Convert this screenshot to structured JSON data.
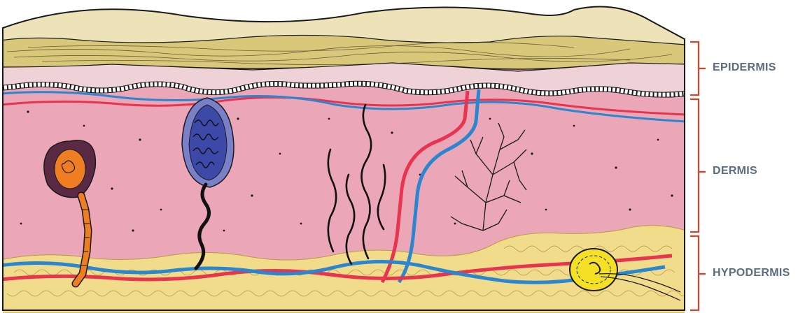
{
  "labels": {
    "epidermis": "EPIDERMIS",
    "dermis": "DERMIS",
    "hypodermis": "HYPODERMIS"
  },
  "colors": {
    "label_text": "#5b6b80",
    "bracket": "#d2452a",
    "stratum_corneum": "#d9c879",
    "epidermis_inner": "#efd2d8",
    "dermis": "#eba6b8",
    "fat": "#f1dc8c",
    "artery": "#e8344f",
    "vein": "#2a86cf",
    "pacinian_corpuscle": "#3d49a8",
    "hair_follicle": "#ef7d22",
    "meissner": "#f4e025",
    "outline": "#1a1a1a"
  },
  "icons": {
    "hair_follicle": "hair-follicle-icon",
    "pacinian_corpuscle": "pacinian-corpuscle-icon",
    "meissner_corpuscle": "sensory-receptor-icon",
    "nerve_endings": "free-nerve-ending-icon",
    "blood_vessels": "blood-vessel-icon"
  }
}
